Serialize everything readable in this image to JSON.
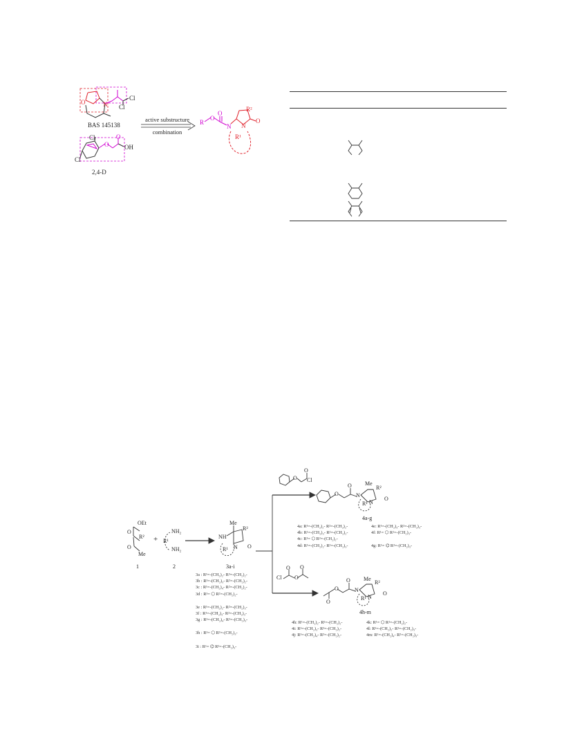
{
  "figure1": {
    "bas_label": "BAS 145138",
    "d24_label": "2,4-D",
    "arrow_label_top": "active substructure",
    "arrow_label_bottom": "combination",
    "bas_atoms": {
      "o": "O",
      "n": "N",
      "cl1": "Cl",
      "cl2": "Cl"
    },
    "d24_atoms": {
      "cl_top": "Cl",
      "cl_bottom": "Cl",
      "o": "O",
      "oh": "OH"
    },
    "product_atoms": {
      "r": "R",
      "o1": "O",
      "n1": "N",
      "r2": "R²",
      "n2": "N",
      "o2": "O",
      "r1": "R¹"
    }
  },
  "table": {},
  "scheme": {
    "reagents": {
      "ester": {
        "oet": "OEt",
        "o1": "O",
        "r2": "R²",
        "o2": "O",
        "me": "Me"
      },
      "diamine": {
        "nh2_top": "NH₂",
        "nh2_bottom": "NH₂",
        "r1": "R¹"
      },
      "plus": "+",
      "label1": "1",
      "label2": "2"
    },
    "intermediate": {
      "me": "Me",
      "nh": "NH",
      "r2": "R²",
      "r1": "R¹",
      "n": "N",
      "o": "O",
      "label": "3a-i",
      "entries": [
        "3a : R¹=-(CH₂)₂-   R²=-(CH₂)₂-",
        "3b : R¹=-(CH₂)₃-   R²=-(CH₂)₂-",
        "3c : R¹=-(CH₂)₄-   R²=-(CH₂)₂-",
        "3d : R¹=    ⬡      R²=-(CH₂)₂-",
        "3e : R¹=-(CH₂)₂-   R²=-(CH₂)₃-",
        "3f : R¹=-(CH₂)₃-   R²=-(CH₂)₃-",
        "3g : R¹=-(CH₂)₄-   R²=-(CH₂)₃-",
        "3h : R¹=    ⬡      R²=-(CH₂)₃-",
        "3i : R¹=    ⌬      R²=-(CH₂)₃-"
      ]
    },
    "upper_reagent": {
      "o": "O",
      "o2": "O",
      "cl": "Cl"
    },
    "upper_product": {
      "o": "O",
      "o2": "O",
      "n": "N",
      "me": "Me",
      "r2": "R²",
      "r1": "R¹",
      "n2": "N",
      "o3": "O",
      "label": "4a-g",
      "entries_left": [
        "4a: R¹=-(CH₂)₂-   R²=-(CH₂)₂-",
        "4b: R¹=-(CH₂)₃-   R²=-(CH₂)₂-",
        "4c: R¹=  ⬡        R²=-(CH₂)₂-",
        "4d: R¹=-(CH₂)₂-   R²=-(CH₂)₃-"
      ],
      "entries_right": [
        "4e: R¹=-(CH₂)₃-  R²=-(CH₂)₃-",
        "4f: R¹=   ⬡      R²=-(CH₂)₃-",
        "",
        "4g: R¹=  ⌬        R²=-(CH₂)₃-"
      ]
    },
    "lower_reagent": {
      "cl": "Cl",
      "o": "O",
      "o2": "O",
      "o3": "O"
    },
    "lower_product": {
      "o": "O",
      "o2": "O",
      "n": "N",
      "me": "Me",
      "r2": "R²",
      "r1": "R¹",
      "n2": "N",
      "o3": "O",
      "label": "4h-m",
      "entries_left": [
        "4h: R¹=-(CH₂)₂-  R²=-(CH₂)₂-",
        "4i: R¹=-(CH₂)₃-  R²=-(CH₂)₂-",
        "4j: R¹=-(CH₂)₄-  R²=-(CH₂)₂-"
      ],
      "entries_right": [
        "4k:  R¹=   ⬡      R²=-(CH₂)₂-",
        "4l:  R¹=-(CH₂)₂-  R²=-(CH₂)₃-",
        "4m: R¹=-(CH₂)₄-  R²=-(CH₂)₃-"
      ]
    }
  }
}
